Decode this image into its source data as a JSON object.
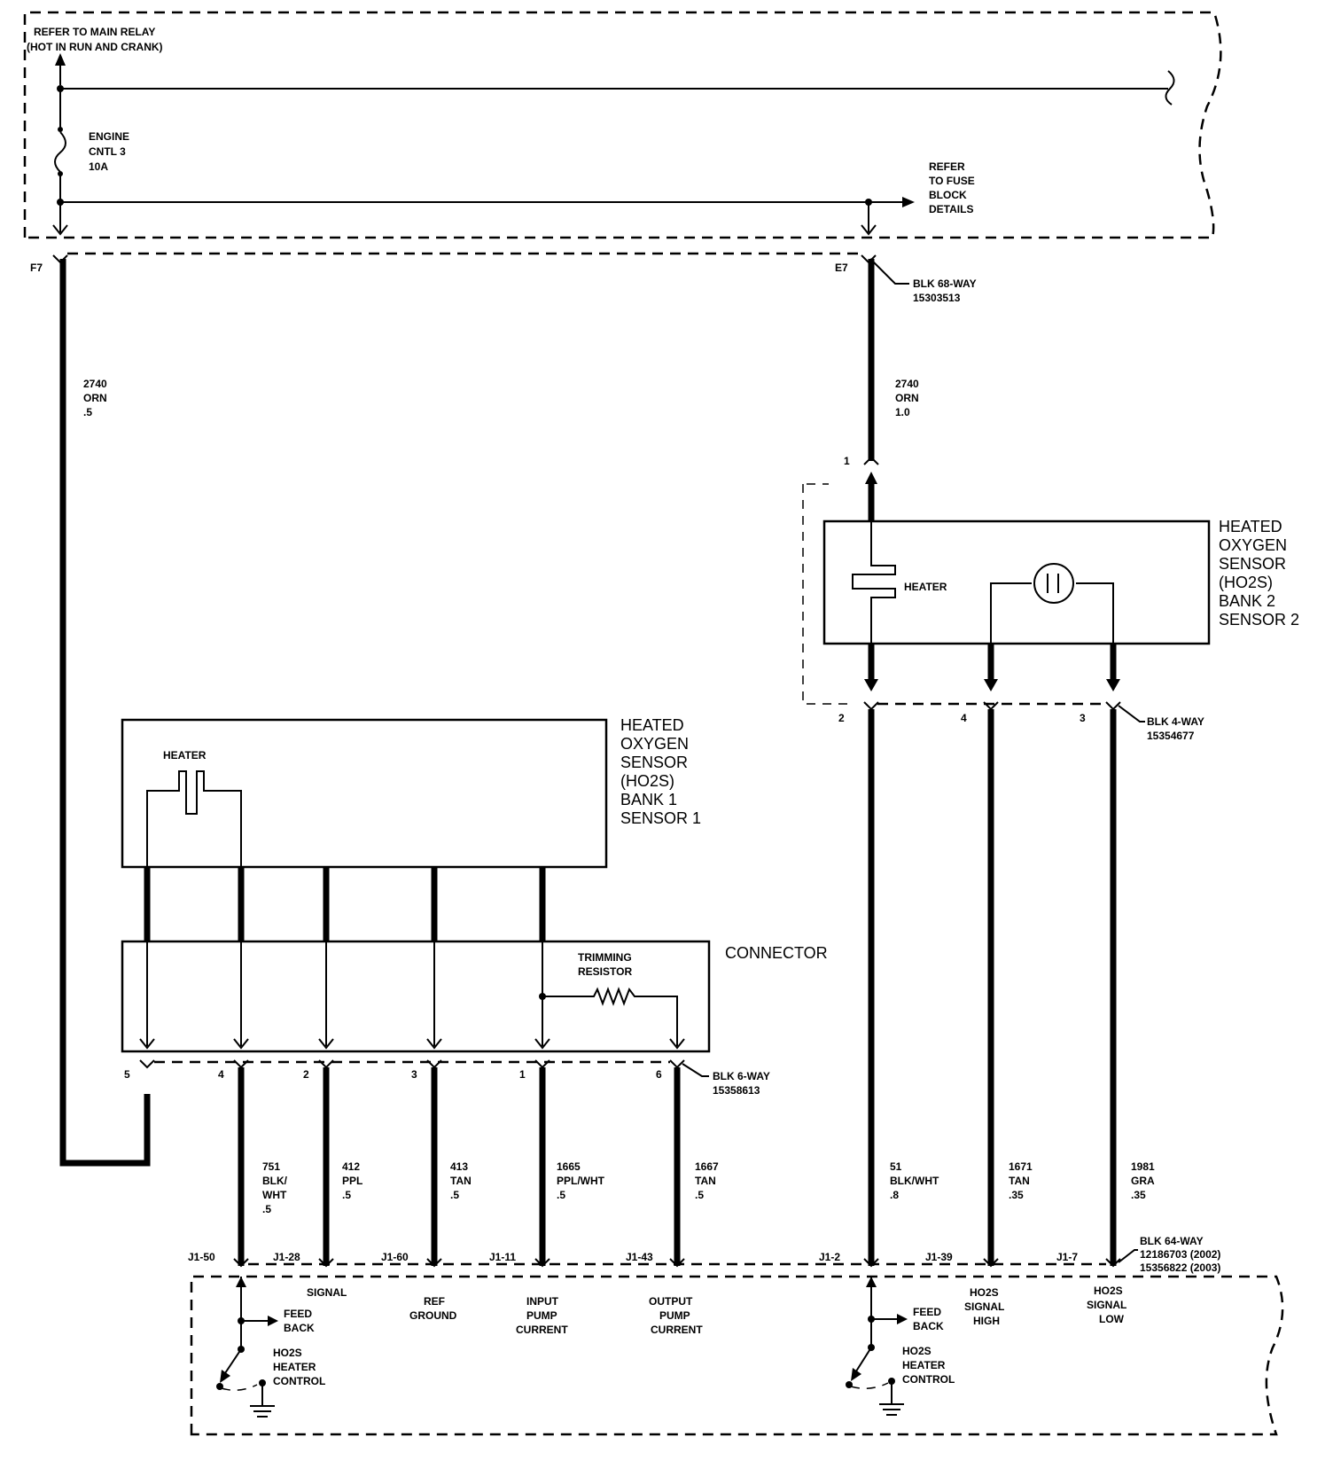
{
  "top": {
    "relay_line1": "REFER TO MAIN RELAY",
    "relay_line2": "(HOT IN RUN AND CRANK)",
    "fuse_line1": "ENGINE",
    "fuse_line2": "CNTL 3",
    "fuse_line3": "10A",
    "fuseblock_line1": "REFER",
    "fuseblock_line2": "TO FUSE",
    "fuseblock_line3": "BLOCK",
    "fuseblock_line4": "DETAILS"
  },
  "connector_68": {
    "pin_left": "F7",
    "pin_right": "E7",
    "label_line1": "BLK 68-WAY",
    "label_line2": "15303513"
  },
  "wires": {
    "w2740a": [
      "2740",
      "ORN",
      ".5"
    ],
    "w2740b": [
      "2740",
      "ORN",
      "1.0"
    ],
    "w751": [
      "751",
      "BLK/",
      "WHT",
      ".5"
    ],
    "w412": [
      "412",
      "PPL",
      ".5"
    ],
    "w413": [
      "413",
      "TAN",
      ".5"
    ],
    "w1665": [
      "1665",
      "PPL/WHT",
      ".5"
    ],
    "w1667": [
      "1667",
      "TAN",
      ".5"
    ],
    "w51": [
      "51",
      "BLK/WHT",
      ".8"
    ],
    "w1671": [
      "1671",
      "TAN",
      ".35"
    ],
    "w1981": [
      "1981",
      "GRA",
      ".35"
    ]
  },
  "sensor2": {
    "pin_top": "1",
    "heater": "HEATER",
    "title": [
      "HEATED",
      "OXYGEN",
      "SENSOR",
      "(HO2S)",
      "BANK 2",
      "SENSOR 2"
    ],
    "pins": [
      "2",
      "4",
      "3"
    ],
    "conn_line1": "BLK 4-WAY",
    "conn_line2": "15354677"
  },
  "sensor1": {
    "heater": "HEATER",
    "title": [
      "HEATED",
      "OXYGEN",
      "SENSOR",
      "(HO2S)",
      "BANK 1",
      "SENSOR 1"
    ],
    "connector_label": "CONNECTOR",
    "trim_line1": "TRIMMING",
    "trim_line2": "RESISTOR",
    "pins": [
      "5",
      "4",
      "2",
      "3",
      "1",
      "6"
    ],
    "conn_line1": "BLK 6-WAY",
    "conn_line2": "15358613"
  },
  "pcm": {
    "pins": [
      "J1-50",
      "J1-28",
      "J1-60",
      "J1-11",
      "J1-43",
      "J1-2",
      "J1-39",
      "J1-7"
    ],
    "conn_line1": "BLK 64-WAY",
    "conn_line2": "12186703 (2002)",
    "conn_line3": "15356822 (2003)",
    "signal": "SIGNAL",
    "ref_ground": [
      "REF",
      "GROUND"
    ],
    "input_pump": [
      "INPUT",
      "PUMP",
      "CURRENT"
    ],
    "output_pump": [
      "OUTPUT",
      "PUMP",
      "CURRENT"
    ],
    "feedback": [
      "FEED",
      "BACK"
    ],
    "heater_control": [
      "HO2S",
      "HEATER",
      "CONTROL"
    ],
    "signal_high": [
      "HO2S",
      "SIGNAL",
      "HIGH"
    ],
    "signal_low": [
      "HO2S",
      "SIGNAL",
      "LOW"
    ]
  }
}
